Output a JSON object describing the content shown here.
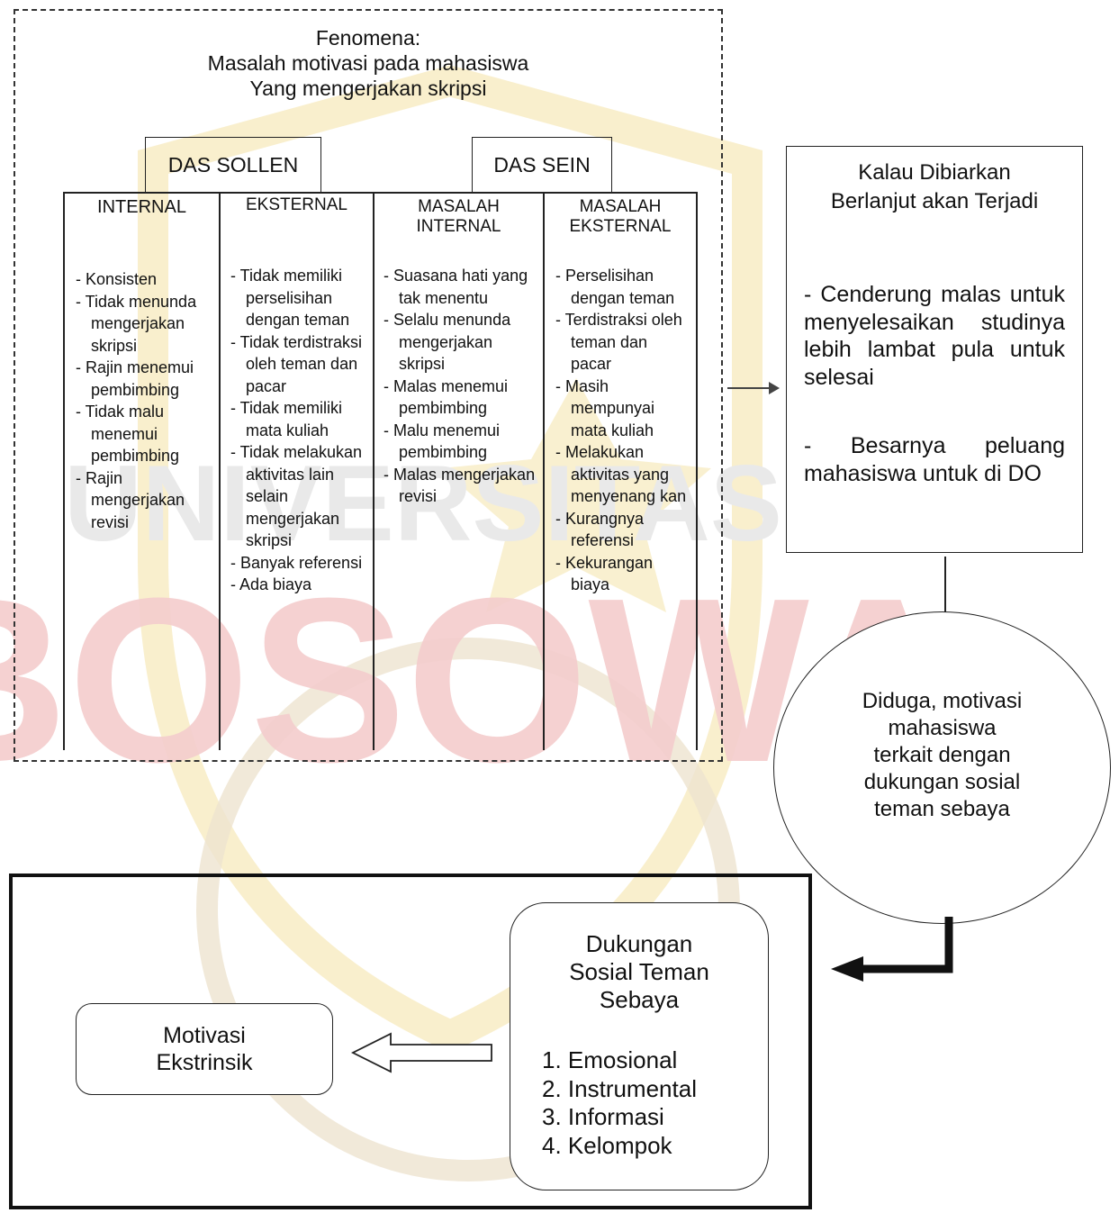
{
  "phenomenon": {
    "lines": [
      "Fenomena:",
      "Masalah motivasi pada mahasiswa",
      "Yang mengerjakan skripsi"
    ]
  },
  "das_sollen": "DAS SOLLEN",
  "das_sein": "DAS SEIN",
  "columns": [
    {
      "header": [
        "INTERNAL"
      ],
      "items": [
        "- Konsisten",
        "- Tidak menunda mengerjakan skripsi",
        "- Rajin menemui pembimbing",
        "- Tidak malu menemui pembimbing",
        "- Rajin mengerjakan revisi"
      ]
    },
    {
      "header": [
        "EKSTERNAL"
      ],
      "items": [
        "- Tidak memiliki perselisihan dengan teman",
        "- Tidak terdistraksi oleh teman dan pacar",
        "- Tidak memiliki mata kuliah",
        "- Tidak melakukan aktivitas lain selain mengerjakan skripsi",
        "- Banyak referensi",
        "- Ada biaya"
      ]
    },
    {
      "header": [
        "MASALAH",
        "INTERNAL"
      ],
      "items": [
        "-  Suasana hati yang tak menentu",
        "- Selalu menunda mengerjakan skripsi",
        "- Malas menemui pembimbing",
        "- Malu menemui pembimbing",
        "- Malas mengerjakan revisi"
      ]
    },
    {
      "header": [
        "MASALAH",
        "EKSTERNAL"
      ],
      "items": [
        "- Perselisihan dengan teman",
        "- Terdistraksi oleh teman dan pacar",
        "- Masih mempunyai mata kuliah",
        "- Melakukan aktivitas yang menyenang kan",
        "- Kurangnya referensi",
        "- Kekurangan biaya"
      ]
    }
  ],
  "consequence": {
    "title_lines": [
      "Kalau Dibiarkan",
      "Berlanjut akan Terjadi"
    ],
    "point1": "- Cenderung malas untuk menyelesaikan studinya lebih lambat pula untuk selesai",
    "point2": "- Besarnya peluang mahasiswa untuk di DO"
  },
  "hypothesis": {
    "lines": [
      "Diduga, motivasi",
      "mahasiswa",
      "terkait dengan",
      "dukungan sosial",
      "teman sebaya"
    ]
  },
  "dukungan": {
    "title_lines": [
      "Dukungan",
      "Sosial Teman",
      "Sebaya"
    ],
    "items": [
      "1. Emosional",
      "2. Instrumental",
      "3. Informasi",
      "4. Kelompok"
    ]
  },
  "motivasi": {
    "lines": [
      "Motivasi",
      "Ekstrinsik"
    ]
  },
  "colors": {
    "watermark_red": "#f4cdcd",
    "watermark_yellow": "#f8ecc4",
    "line": "#222222"
  }
}
